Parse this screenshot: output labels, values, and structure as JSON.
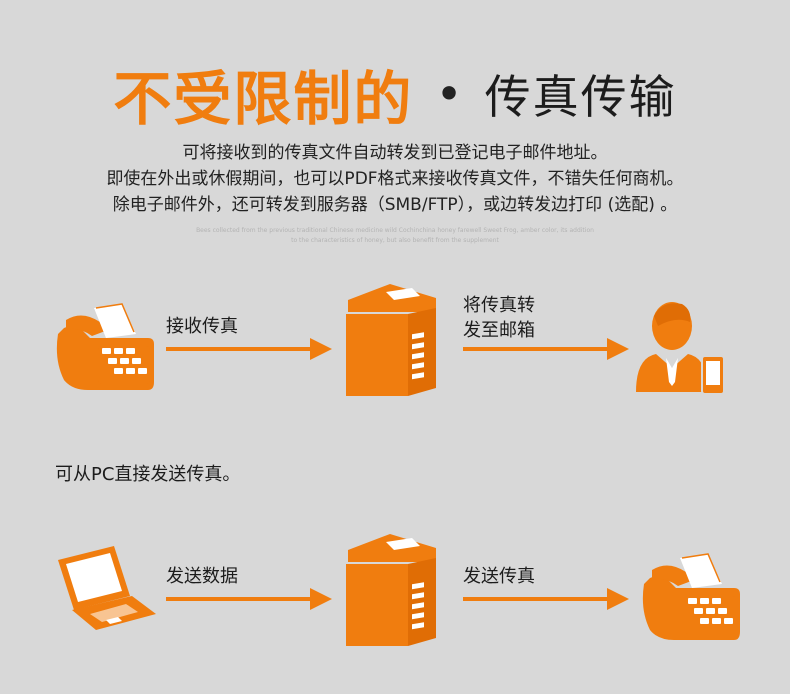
{
  "header": {
    "title_orange": "不受限制的",
    "title_dot": "•",
    "title_black": "传真传输"
  },
  "description": {
    "lines": [
      "可将接收到的传真文件自动转发到已登记电子邮件地址。",
      "即使在外出或休假期间，也可以PDF格式来接收传真文件，不错失任何商机。",
      "除电子邮件外，还可转发到服务器（SMB/FTP），或边转发边打印 (选配) 。"
    ],
    "faint_lines": [
      "Bees collected from the previous traditional Chinese medicine wild Cochinchina honey farewell Sweet Frog, amber color, its addition",
      "to the characteristics of honey, but also benefit from the supplement"
    ]
  },
  "flow1": {
    "step1_label": "接收传真",
    "step2_label_line1": "将传真转",
    "step2_label_line2": "发至邮箱"
  },
  "flow2": {
    "intro": "可从PC直接发送传真。",
    "step1_label": "发送数据",
    "step2_label": "发送传真"
  },
  "colors": {
    "accent": "#f07d0f",
    "background": "#d8d8d8",
    "text": "#222222"
  },
  "icons": [
    "fax-machine-icon",
    "printer-copier-icon",
    "businessman-phone-icon",
    "laptop-icon",
    "arrow-right-icon"
  ]
}
